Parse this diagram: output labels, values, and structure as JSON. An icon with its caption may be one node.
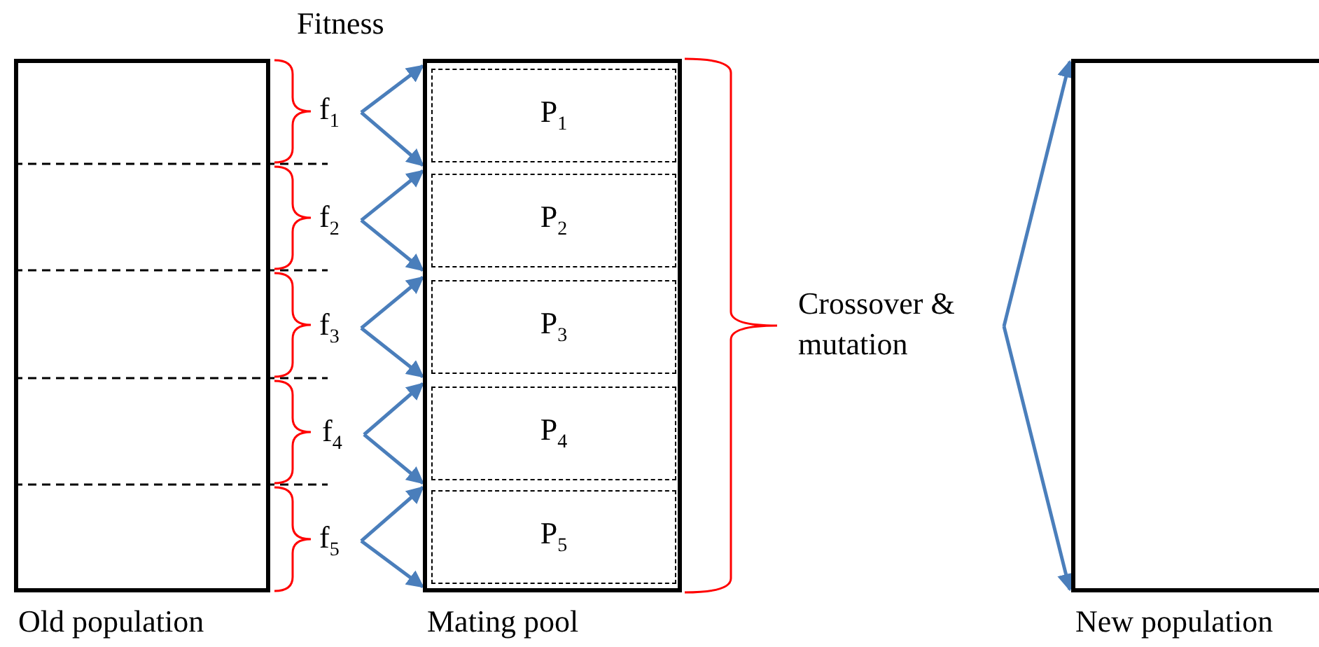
{
  "diagram": {
    "nodes": [
      {
        "text": [
          "Old population"
        ]
      },
      {
        "text": [
          "f$_{1}$"
        ]
      },
      {
        "text": [
          "f$_{2}$"
        ]
      },
      {
        "text": [
          "f$_{3}$"
        ]
      },
      {
        "text": [
          "f$_{4}$"
        ]
      },
      {
        "text": [
          "f$_{5}$"
        ]
      },
      {
        "text": [
          "Mating pool"
        ]
      },
      {
        "text": [
          "P$_{1}$"
        ],
        "in": 6
      },
      {
        "text": [
          "P$_{2}$"
        ],
        "in": 6
      },
      {
        "text": [
          "P$_{3}$"
        ],
        "in": 6
      },
      {
        "text": [
          "P$_{4}$"
        ],
        "in": 6
      },
      {
        "text": [
          "P$_{5}$"
        ],
        "in": 6
      },
      {
        "text": [
          "Crossover & mutation"
        ]
      },
      {
        "text": [
          "New population"
        ]
      }
    ],
    "edges": [
      {
        "from": 1,
        "to": 7,
        "arrow": "to"
      },
      {
        "from": 1,
        "to": 7,
        "arrow": "to"
      },
      {
        "from": 2,
        "to": 8,
        "arrow": "to"
      },
      {
        "from": 2,
        "to": 8,
        "arrow": "to"
      },
      {
        "from": 3,
        "to": 9,
        "arrow": "to"
      },
      {
        "from": 3,
        "to": 9,
        "arrow": "to"
      },
      {
        "from": 4,
        "to": 10,
        "arrow": "to"
      },
      {
        "from": 4,
        "to": 10,
        "arrow": "to"
      },
      {
        "from": 5,
        "to": 11,
        "arrow": "to"
      },
      {
        "from": 5,
        "to": 11,
        "arrow": "to"
      },
      {
        "from": 12,
        "to": 13,
        "arrow": "to"
      },
      {
        "from": 12,
        "to": 13,
        "arrow": "to"
      }
    ],
    "labels": [
      "Fitness"
    ]
  }
}
